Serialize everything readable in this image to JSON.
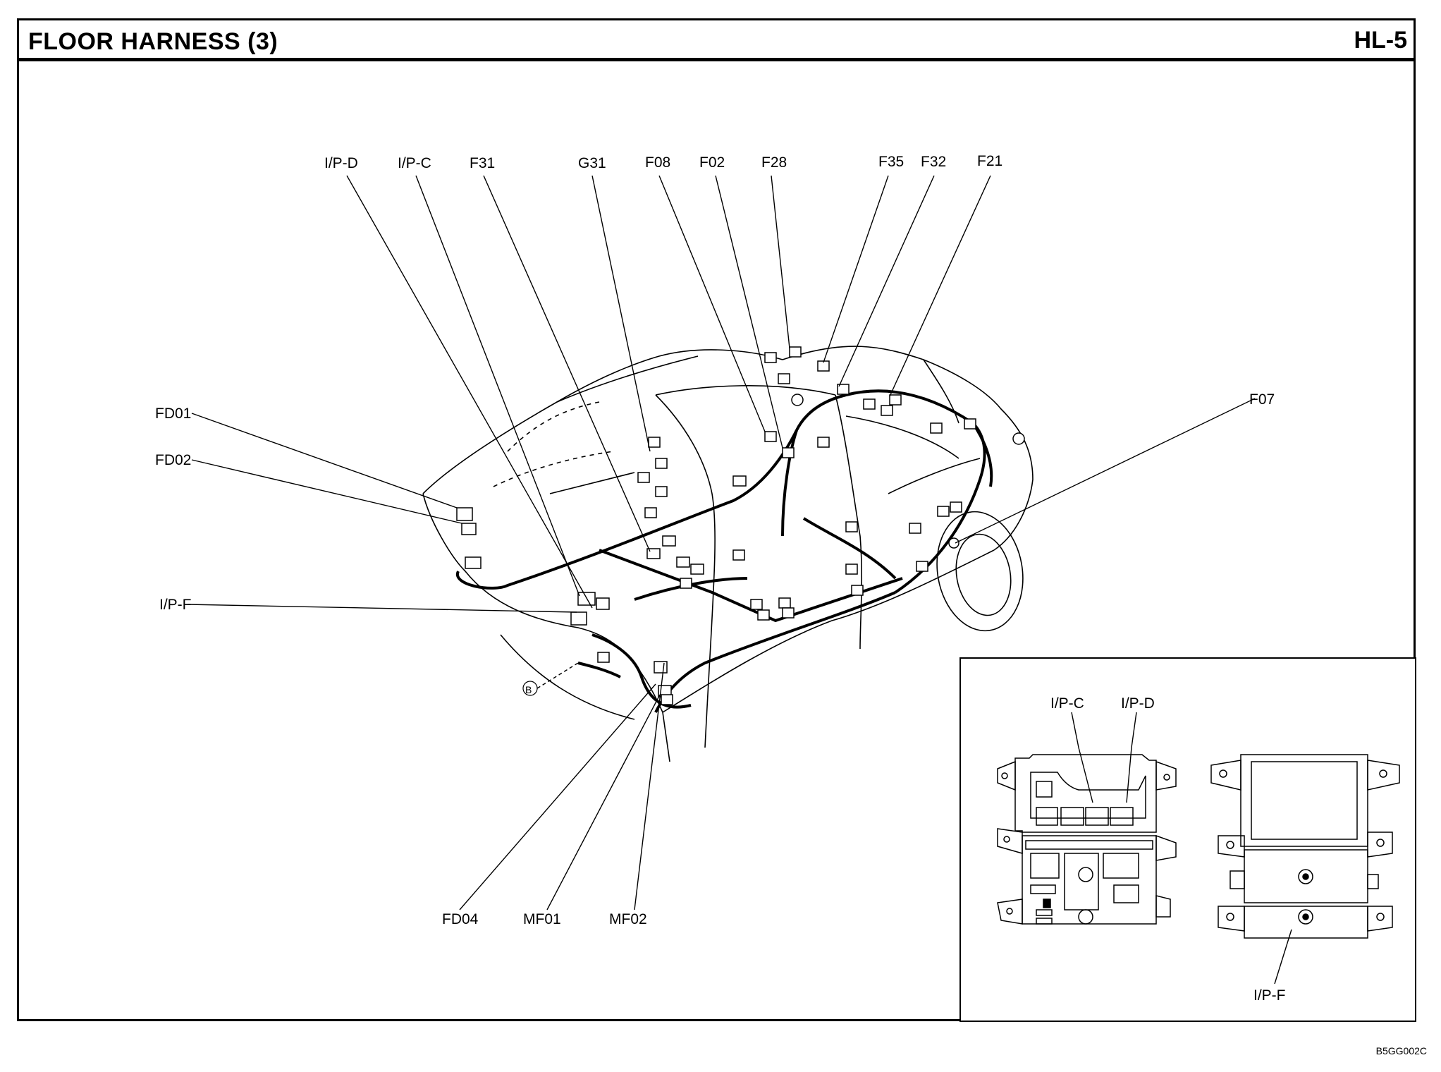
{
  "header": {
    "title": "FLOOR HARNESS (3)",
    "page": "HL-5"
  },
  "footer": {
    "code": "B5GG002C"
  },
  "callouts": {
    "ip_d": "I/P-D",
    "ip_c": "I/P-C",
    "f31": "F31",
    "g31": "G31",
    "f08": "F08",
    "f02": "F02",
    "f28": "F28",
    "f35": "F35",
    "f32": "F32",
    "f21": "F21",
    "f07": "F07",
    "fd01": "FD01",
    "fd02": "FD02",
    "ip_f": "I/P-F",
    "fd04": "FD04",
    "mf01": "MF01",
    "mf02": "MF02",
    "b": "B"
  },
  "inset": {
    "ip_c": "I/P-C",
    "ip_d": "I/P-D",
    "ip_f": "I/P-F"
  }
}
